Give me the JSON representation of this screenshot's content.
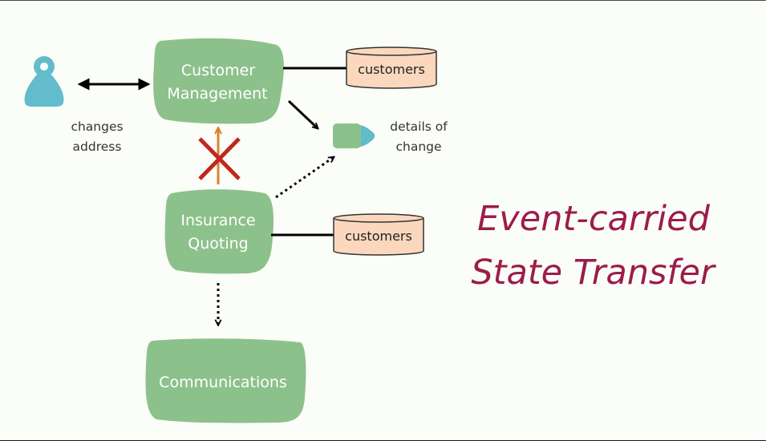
{
  "title": {
    "line1": "Event-carried",
    "line2": "State Transfer"
  },
  "actor": {
    "icon": "person-icon",
    "note_line1": "changes",
    "note_line2": "address"
  },
  "services": {
    "customer_management": {
      "line1": "Customer",
      "line2": "Management"
    },
    "insurance_quoting": {
      "line1": "Insurance",
      "line2": "Quoting"
    },
    "communications": {
      "label": "Communications"
    }
  },
  "databases": {
    "cm_db": "customers",
    "iq_db": "customers"
  },
  "event": {
    "icon": "event-message-icon",
    "note_line1": "details of",
    "note_line2": "change"
  },
  "colors": {
    "service_fill": "#8dc18b",
    "db_fill": "#fbd8bd",
    "actor": "#63bccb",
    "title": "#9c1c4a",
    "cross": "#c0281c",
    "blocked_arrow": "#d9822b"
  }
}
